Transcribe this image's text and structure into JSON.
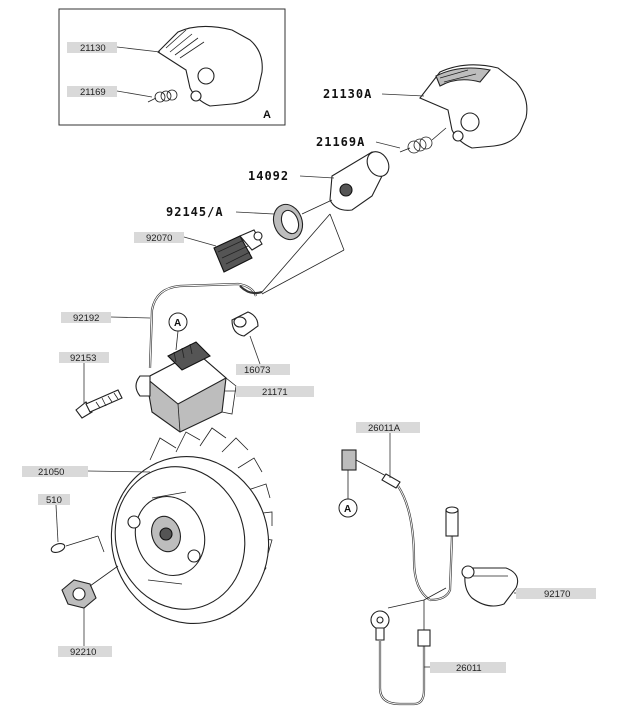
{
  "inset": {
    "letter": "A",
    "labels": [
      "21130",
      "21169"
    ]
  },
  "boxed_labels": {
    "l21130": "21130",
    "l21169": "21169",
    "l92070": "92070",
    "l92192": "92192",
    "l92153": "92153",
    "l16073": "16073",
    "l21171": "21171",
    "l21050": "21050",
    "l510": "510",
    "l92210": "92210",
    "l26011A": "26011A",
    "l92170": "92170",
    "l26011": "26011"
  },
  "plain_labels": {
    "l21130A": "21130A",
    "l21169A": "21169A",
    "l14092": "14092",
    "l92145A": "92145/A"
  },
  "callouts": {
    "coil_ref": "A",
    "wire_ref": "A"
  }
}
